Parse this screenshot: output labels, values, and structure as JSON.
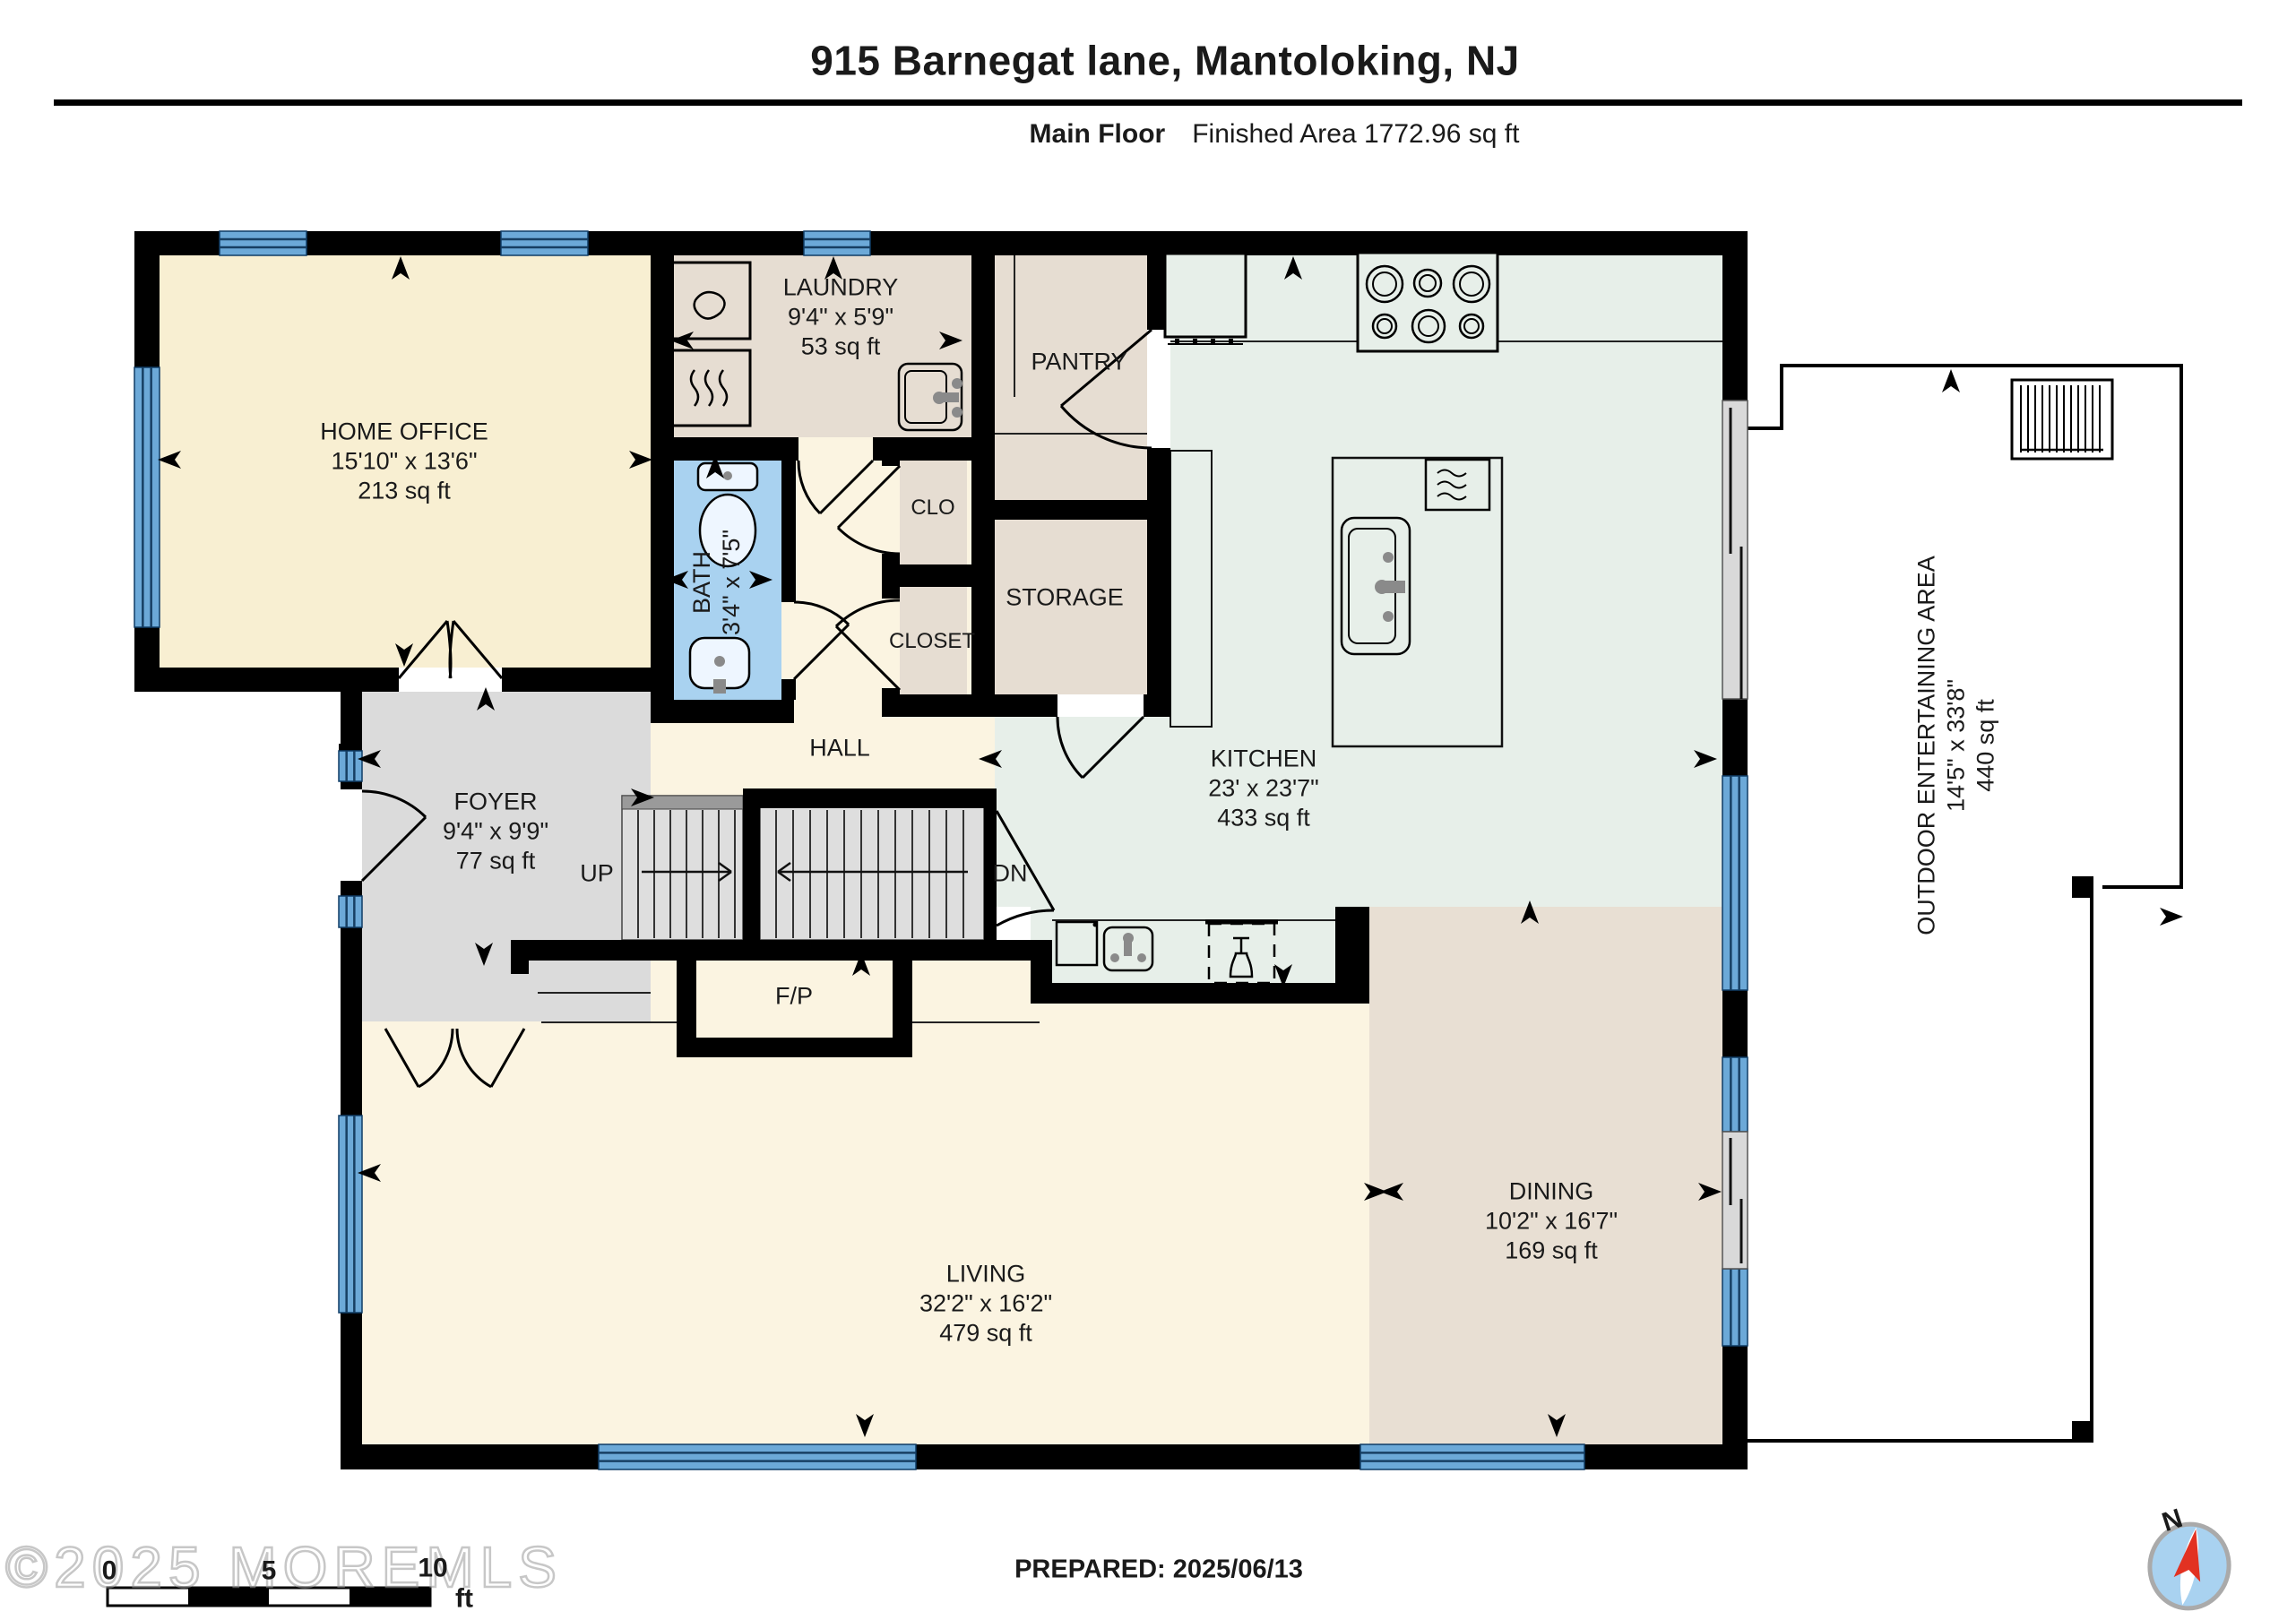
{
  "title": "915 Barnegat lane, Mantoloking, NJ",
  "subtitle": {
    "floor": "Main Floor",
    "area": "Finished Area 1772.96 sq ft"
  },
  "rooms": {
    "home_office": {
      "name": "HOME OFFICE",
      "dims": "15'10\" x 13'6\"",
      "area": "213 sq ft"
    },
    "laundry": {
      "name": "LAUNDRY",
      "dims": "9'4\" x 5'9\"",
      "area": "53 sq ft"
    },
    "bath": {
      "name": "BATH",
      "dims": "3'4\" x 7'5\""
    },
    "pantry": {
      "name": "PANTRY"
    },
    "clo": {
      "name": "CLO"
    },
    "closet": {
      "name": "CLOSET"
    },
    "storage": {
      "name": "STORAGE"
    },
    "hall": {
      "name": "HALL"
    },
    "foyer": {
      "name": "FOYER",
      "dims": "9'4\" x 9'9\"",
      "area": "77 sq ft"
    },
    "kitchen": {
      "name": "KITCHEN",
      "dims": "23' x 23'7\"",
      "area": "433 sq ft"
    },
    "living": {
      "name": "LIVING",
      "dims": "32'2\" x 16'2\"",
      "area": "479 sq ft"
    },
    "dining": {
      "name": "DINING",
      "dims": "10'2\" x 16'7\"",
      "area": "169 sq ft"
    },
    "outdoor": {
      "name": "OUTDOOR ENTERTAINING AREA",
      "dims": "14'5\" x 33'8\"",
      "area": "440 sq ft"
    }
  },
  "stairs": {
    "up": "UP",
    "dn": "DN"
  },
  "fireplace": "F/P",
  "footer": {
    "prepared": "PREPARED: 2025/06/13",
    "watermark": "©2025 MOREMLS"
  },
  "scale_bar": {
    "t0": "0",
    "t5": "5",
    "t10": "10",
    "unit": "ft"
  },
  "compass": {
    "north": "N"
  },
  "colors": {
    "wall": "#000000",
    "window": "#6CA9D8",
    "bath": "#A9D2F0",
    "kitchen": "#E7EFE9",
    "service_tan": "#E6DDD2",
    "office_cream": "#F8EFD2",
    "living_cream": "#FBF4E1",
    "foyer_gray": "#DBDBDB",
    "dining_tan": "#E8DFD3",
    "stair_gray": "#DEDEDE",
    "compass_red": "#E23222"
  }
}
